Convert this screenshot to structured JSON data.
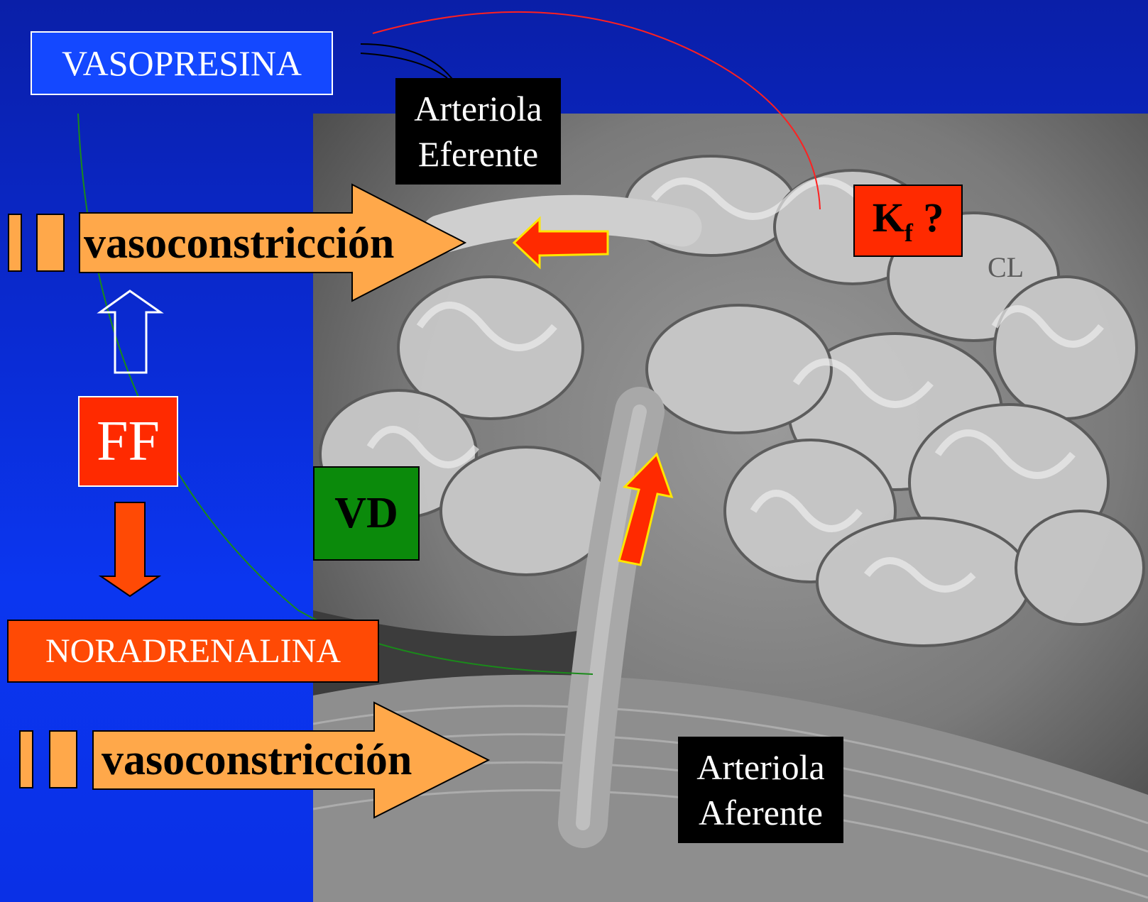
{
  "labels": {
    "vasopresina": "VASOPRESINA",
    "arteriola_eferente": [
      "Arteriola",
      "Eferente"
    ],
    "arteriola_aferente": [
      "Arteriola",
      "Aferente"
    ],
    "kf_main": "K",
    "kf_sub": "f",
    "kf_suffix": " ?",
    "ff": "FF",
    "noradrenalina": "NORADRENALINA",
    "vd": "VD",
    "vasoconstriccion_top": "vasoconstricción",
    "vasoconstriccion_bottom": "vasoconstricción"
  },
  "colors": {
    "background_top": "#0a1fa8",
    "background_bottom": "#0b36f0",
    "orange_arrow": "#ffa84a",
    "red_arrow": "#ff2a00",
    "red_box": "#ff2a00",
    "green_box": "#0b8a0b",
    "curve_red": "#ff2020",
    "curve_green": "#1a8a1a"
  }
}
